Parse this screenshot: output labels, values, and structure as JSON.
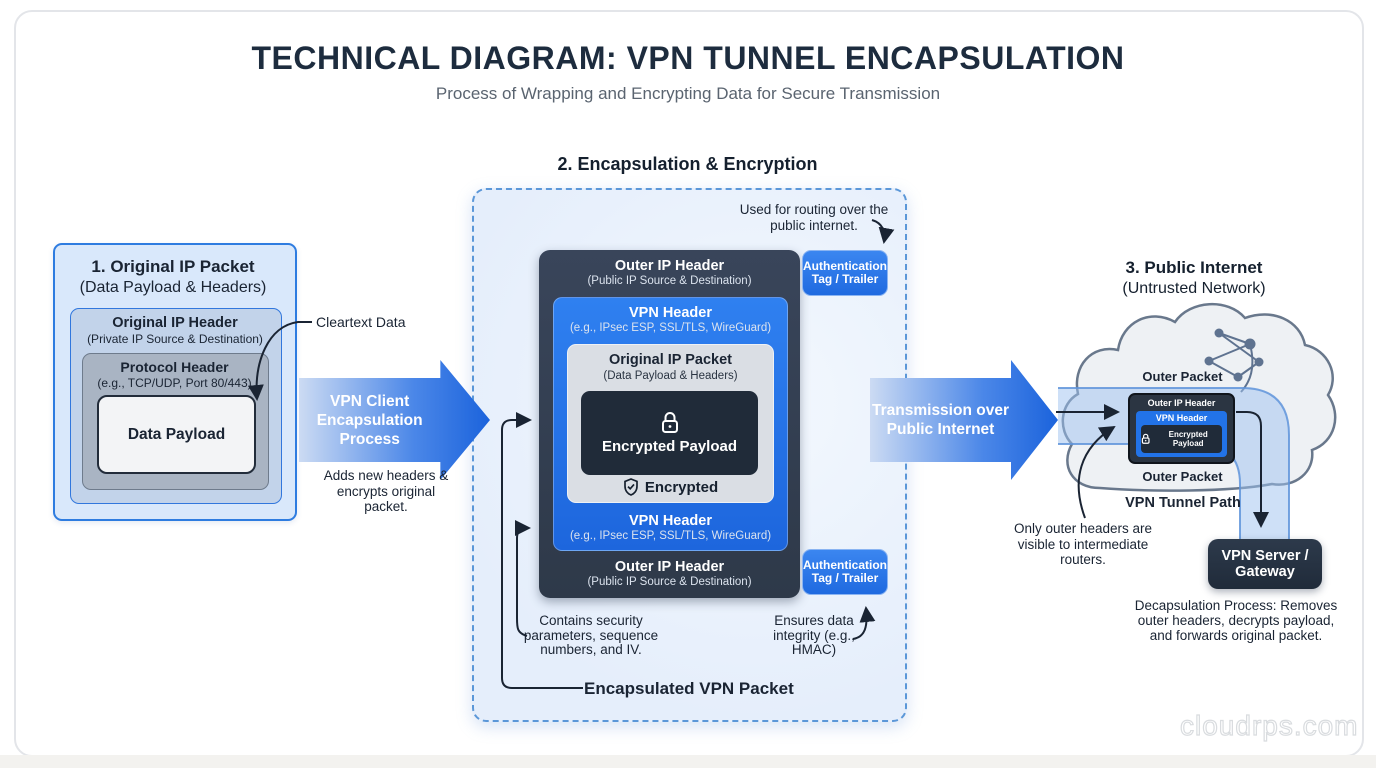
{
  "page": {
    "title": "TECHNICAL DIAGRAM: VPN TUNNEL ENCAPSULATION",
    "subtitle": "Process of Wrapping and Encrypting Data for Secure Transmission",
    "watermark": "cloudrps.com"
  },
  "colors": {
    "accent_blue": "#2273e8",
    "dark_slate": "#333e4f",
    "payload_dark": "#202b39",
    "panel_light_blue": "#d9e8fb",
    "dashed_border_blue": "#5b97d8",
    "cloud_gray": "#eef1f4"
  },
  "icons": {
    "encrypted_payload": "lock-icon",
    "encrypted_badge": "shield-check-icon",
    "cloud": "cloud-shape",
    "network": "network-graph-icon"
  },
  "original_packet": {
    "title": "1. Original IP Packet",
    "subtitle": "(Data Payload & Headers)",
    "ip_header_title": "Original IP Header",
    "ip_header_subtitle": "(Private IP Source & Destination)",
    "protocol_title": "Protocol Header",
    "protocol_subtitle": "(e.g., TCP/UDP, Port 80/443)",
    "payload": "Data Payload",
    "cleartext_label": "Cleartext Data"
  },
  "encapsulation_arrow": {
    "label": "VPN Client Encapsulation Process",
    "caption": "Adds new headers & encrypts original packet."
  },
  "encapsulation": {
    "title": "2. Encapsulation & Encryption",
    "routing_note": "Used for routing over the public internet.",
    "outer_ip_title": "Outer IP Header",
    "outer_ip_subtitle": "(Public IP Source & Destination)",
    "vpn_header_title": "VPN Header",
    "vpn_header_subtitle": "(e.g., IPsec ESP, SSL/TLS, WireGuard)",
    "inner_packet_title": "Original IP Packet",
    "inner_packet_subtitle": "(Data Payload & Headers)",
    "payload_label": "Encrypted Payload",
    "encrypted_badge": "Encrypted",
    "auth_tag": "Authentication Tag / Trailer",
    "security_note": "Contains security parameters, sequence numbers, and IV.",
    "integrity_note": "Ensures data integrity (e.g., HMAC)",
    "packet_label": "Encapsulated VPN Packet"
  },
  "transmission_arrow": {
    "label": "Transmission over Public Internet"
  },
  "public_internet": {
    "title": "3. Public Internet",
    "subtitle": "(Untrusted Network)",
    "outer_packet_label_top": "Outer Packet",
    "outer_packet_label_bottom": "Outer Packet",
    "mini_outer_ip": "Outer IP Header",
    "mini_vpn_header": "VPN Header",
    "mini_payload": "Encrypted Payload",
    "tunnel_label": "VPN Tunnel Path",
    "visibility_note": "Only outer headers are visible to intermediate routers.",
    "server_label": "VPN Server / Gateway",
    "decapsulation_note": "Decapsulation Process: Removes outer headers, decrypts payload, and forwards original packet."
  }
}
